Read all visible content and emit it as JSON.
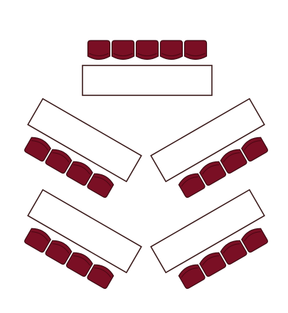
{
  "diagram": {
    "type": "seating-layout",
    "colors": {
      "seat_fill": "#7a0f24",
      "seat_stroke": "#3a0810",
      "table_fill": "#ffffff",
      "table_stroke": "#3a1a1a",
      "background": "#ffffff"
    },
    "groups": [
      {
        "name": "head-table",
        "seat_count": 5
      },
      {
        "name": "table-upper-left",
        "seat_count": 4
      },
      {
        "name": "table-upper-right",
        "seat_count": 4
      },
      {
        "name": "table-lower-left",
        "seat_count": 4
      },
      {
        "name": "table-lower-right",
        "seat_count": 4
      }
    ]
  }
}
